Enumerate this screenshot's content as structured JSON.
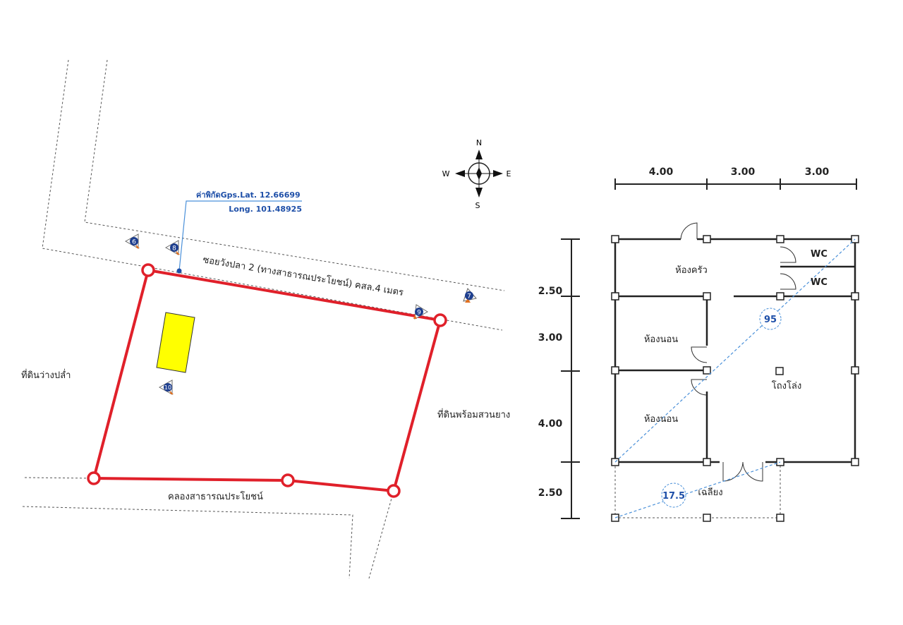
{
  "site_plan": {
    "gps_label": "ค่าพิกัดGps.Lat. 12.66699",
    "gps_long": "Long. 101.48925",
    "road_label": "ซอยวังปลา 2 (ทางสาธารณประโยชน์) คสล.4 เมตร",
    "west_label": "ที่ดินว่างปล่ำ",
    "east_label": "ที่ดินพร้อมสวนยาง",
    "south_label": "คลองสาธารณประโยชน์",
    "markers": [
      "6",
      "8",
      "9",
      "7",
      "10"
    ],
    "colors": {
      "boundary": "#e0202a",
      "building": "#ffff00",
      "gps": "#1e4fa8"
    }
  },
  "compass": {
    "n": "N",
    "s": "S",
    "e": "E",
    "w": "W"
  },
  "floor_plan": {
    "top_dims": [
      "4.00",
      "3.00",
      "3.00"
    ],
    "left_dims": [
      "2.50",
      "3.00",
      "4.00",
      "2.50"
    ],
    "rooms": {
      "kitchen": "ห้องครัว",
      "wc1": "WC",
      "wc2": "WC",
      "bedroom1": "ห้องนอน",
      "bedroom2": "ห้องนอน",
      "hall": "โถงโล่ง",
      "porch": "เฉลียง"
    },
    "measures": [
      "95",
      "17.5"
    ]
  }
}
